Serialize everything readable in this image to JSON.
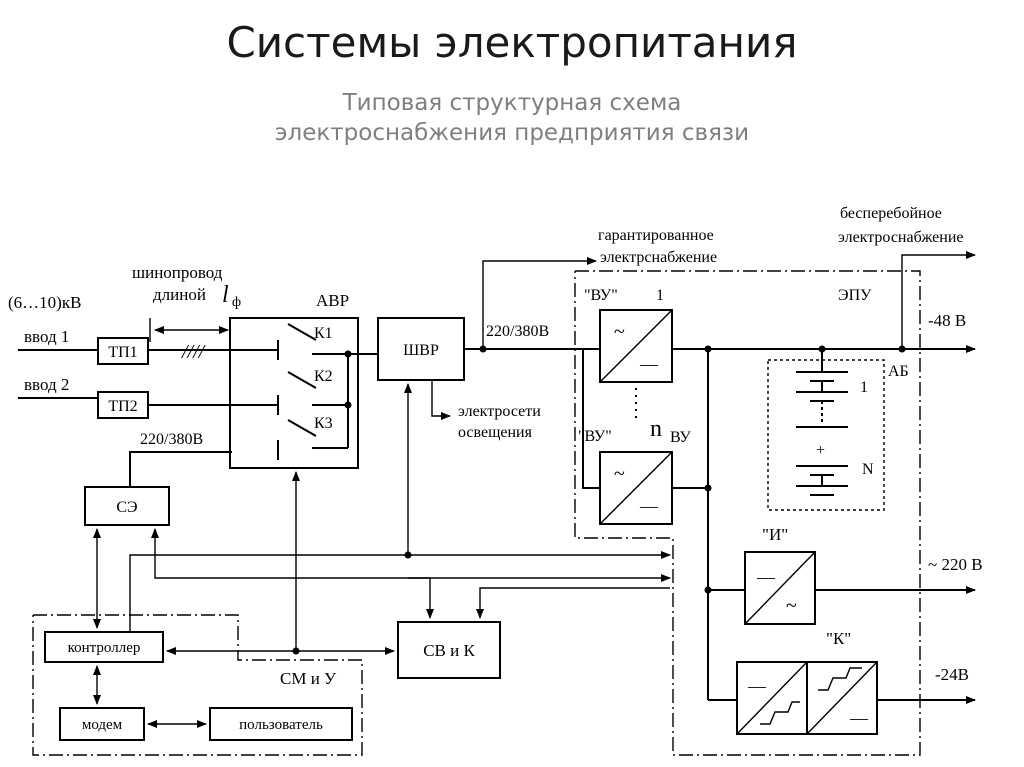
{
  "slide": {
    "title": "Системы электропитания",
    "subtitle_line1": "Типовая структурная схема",
    "subtitle_line2": "электроснабжения предприятия связи"
  },
  "diagram": {
    "labels": {
      "voltage_in": "(6…10)кВ",
      "input1": "ввод  1",
      "input2": "ввод  2",
      "busway_line1": "шинопровод",
      "busway_line2": "длиной",
      "busway_symbol": "l",
      "busway_sub": "ф",
      "avr": "АВР",
      "k1": "К1",
      "k2": "К2",
      "k3": "К3",
      "v220_380_left": "220/380В",
      "v220_380_right": "220/380В",
      "lighting_line1": "электросети",
      "lighting_line2": "освещения",
      "guaranteed_line1": "гарантированное",
      "guaranteed_line2": "электрснабжение",
      "uninterrupted_line1": "бесперебойное",
      "uninterrupted_line2": "электроснабжение",
      "vu_top": "\"ВУ\"",
      "vu_top_num": "1",
      "vu_bottom": "\"ВУ\"",
      "n_vu": "n",
      "n_vu_sub": "ВУ",
      "epu": "ЭПУ",
      "ab": "АБ",
      "out_48": "-48 В",
      "battery_1": "1",
      "battery_n": "N",
      "inverter": "\"И\"",
      "out_220": "~ 220 В",
      "converter": "\"К\"",
      "out_24": "-24В",
      "smu": "СМ и У",
      "tilde": "~",
      "minus": "—",
      "plus": "+",
      "slashes": "////"
    },
    "blocks": {
      "tp1": "ТП1",
      "tp2": "ТП2",
      "shvr": "ШВР",
      "se": "СЭ",
      "controller": "контроллер",
      "modem": "модем",
      "user": "пользователь",
      "svk": "СВ и К"
    }
  }
}
